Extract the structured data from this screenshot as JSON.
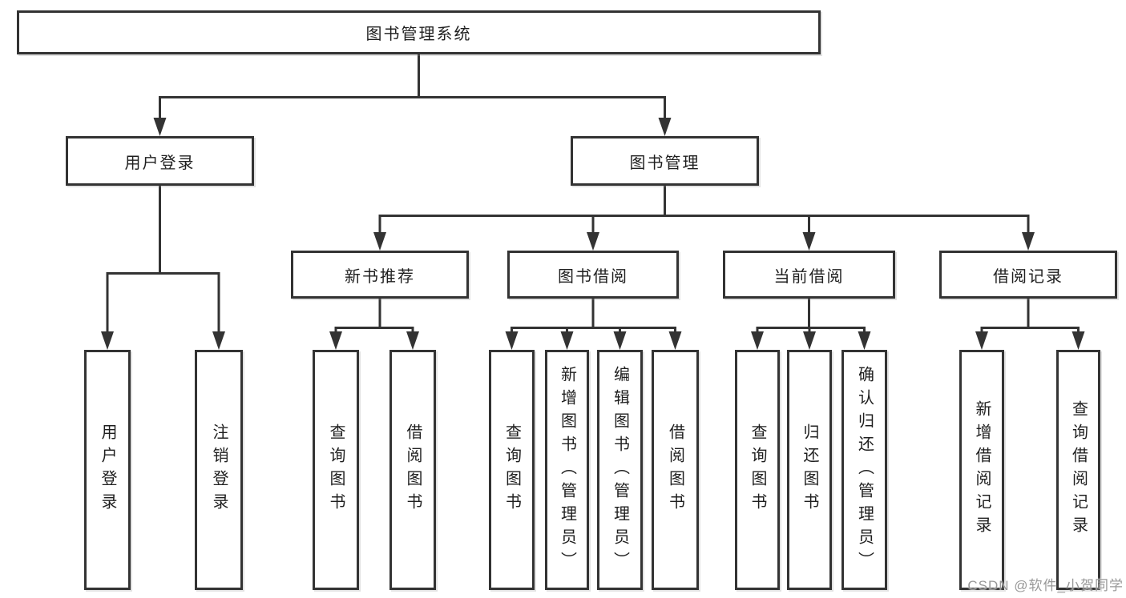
{
  "diagram": {
    "style": {
      "line_color": "#333333",
      "text_color": "#1f1f1f",
      "background_color": "#ffffff",
      "watermark_color": "#989898"
    },
    "tree": {
      "root": "图书管理系统",
      "login": {
        "label": "用户登录",
        "children": [
          "用户登录",
          "注销登录"
        ]
      },
      "manage": {
        "label": "图书管理",
        "sections": [
          {
            "label": "新书推荐",
            "children": [
              "查询图书",
              "借阅图书"
            ]
          },
          {
            "label": "图书借阅",
            "children": [
              "查询图书",
              "新增图书（管理员）",
              "编辑图书（管理员）",
              "借阅图书"
            ]
          },
          {
            "label": "当前借阅",
            "children": [
              "查询图书",
              "归还图书",
              "确认归还（管理员）"
            ]
          },
          {
            "label": "借阅记录",
            "children": [
              "新增借阅记录",
              "查询借阅记录"
            ]
          }
        ]
      }
    },
    "watermark": "CSDN @软件_小贺同学"
  }
}
